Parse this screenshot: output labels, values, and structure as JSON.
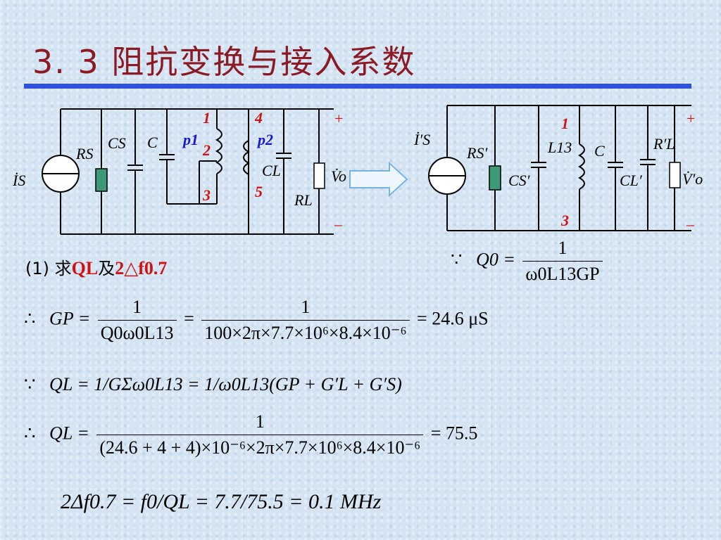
{
  "title": "3. 3 阻抗变换与接入系数",
  "circuit_left": {
    "source": "İS",
    "rs": "RS",
    "cs": "CS",
    "c": "C",
    "p1": "p1",
    "p2": "p2",
    "cl": "CL",
    "rl": "RL",
    "vo": "V̇o",
    "nodes": [
      "1",
      "2",
      "3",
      "4",
      "5"
    ],
    "plus": "+",
    "minus": "–"
  },
  "circuit_right": {
    "source": "İ′S",
    "rs": "RS′",
    "cs": "CS′",
    "l13": "L13",
    "c": "C",
    "cl": "CL′",
    "rl": "R′L",
    "vo": "V̇′o",
    "nodes": [
      "1",
      "3"
    ],
    "plus": "+",
    "minus": "–"
  },
  "step": {
    "prefix": "(1) 求",
    "ql": "QL",
    "and": "及",
    "df": "2△f0.7"
  },
  "eq_q0": {
    "because": "∵",
    "lhs": "Q0 =",
    "num": "1",
    "den": "ω0L13GP"
  },
  "eq_gp": {
    "therefore": "∴",
    "lhs": "GP =",
    "num1": "1",
    "den1": "Q0ω0L13",
    "num2": "1",
    "den2": "100×2π×7.7×10⁶×8.4×10⁻⁶",
    "result": "= 24.6 μS"
  },
  "eq_ql_def": {
    "because": "∵",
    "text": "QL = 1/GΣω0L13   = 1/ω0L13(GP + G′L + G′S)"
  },
  "eq_ql_val": {
    "therefore": "∴",
    "lhs": "QL =",
    "num": "1",
    "den": "(24.6 + 4 + 4)×10⁻⁶×2π×7.7×10⁶×8.4×10⁻⁶",
    "result": "= 75.5"
  },
  "eq_bw": {
    "text": "2Δf0.7 = f0/QL = 7.7/75.5 = 0.1 MHz"
  }
}
